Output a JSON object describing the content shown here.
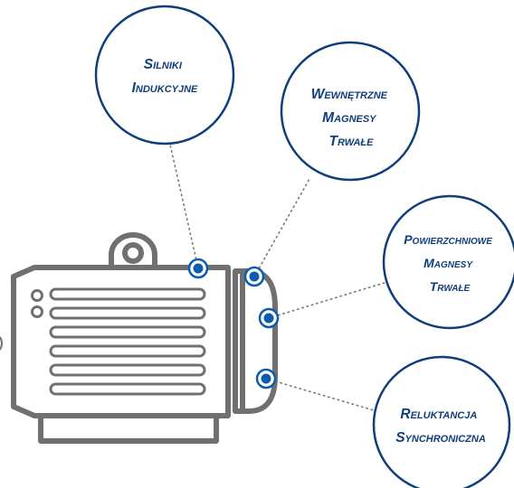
{
  "motor_types": [
    {
      "lines": [
        "Silniki",
        "Indukcyjne"
      ]
    },
    {
      "lines": [
        "Wewnętrzne",
        "Magnesy",
        "Trwałe"
      ]
    },
    {
      "lines": [
        "Powierzchniowe",
        "Magnesy",
        "Trwałe"
      ]
    },
    {
      "lines": [
        "Reluktancja",
        "Synchroniczna"
      ]
    }
  ],
  "colors": {
    "accent": "#0f3e7a",
    "dot": "#0b5cad",
    "motor": "#707070",
    "connector": "#7a7a7a"
  },
  "icons": [
    "electric-motor-icon"
  ]
}
